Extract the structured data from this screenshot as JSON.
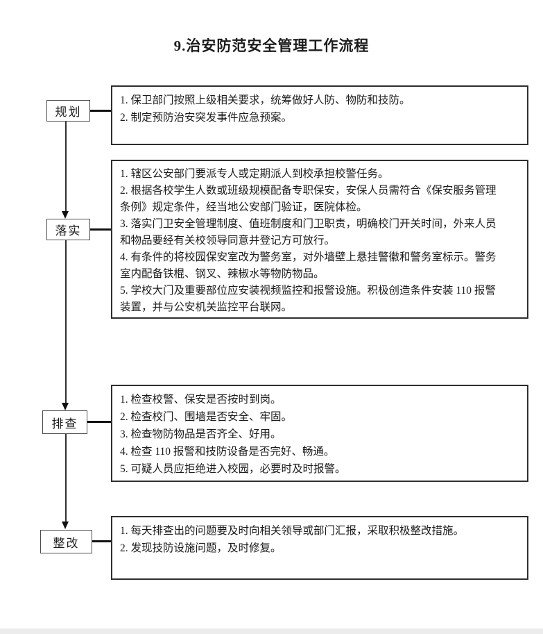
{
  "page": {
    "title": "9.治安防范安全管理工作流程"
  },
  "colors": {
    "ink": "#1c1c1c",
    "box_border": "#2e2e2e",
    "connector": "#111111",
    "background": "#ffffff"
  },
  "flow": {
    "stages": [
      {
        "label": "规划",
        "lines": [
          "1. 保卫部门按照上级相关要求，统筹做好人防、物防和技防。",
          "2. 制定预防治安突发事件应急预案。"
        ]
      },
      {
        "label": "落实",
        "lines": [
          "1. 辖区公安部门要派专人或定期派人到校承担校警任务。",
          "2. 根据各校学生人数或班级规模配备专职保安，安保人员需符合《保安服务管理",
          "条例》规定条件，经当地公安部门验证，医院体检。",
          "3. 落实门卫安全管理制度、值班制度和门卫职责，明确校门开关时间，外来人员",
          "和物品要经有关校领导同意并登记方可放行。",
          "4. 有条件的将校园保安室改为警务室，对外墙壁上悬挂警徽和警务室标示。警务",
          "室内配备铁棍、钢叉、辣椒水等物防物品。",
          "5. 学校大门及重要部位应安装视频监控和报警设施。积极创造条件安装 110 报警",
          "装置，并与公安机关监控平台联网。"
        ]
      },
      {
        "label": "排查",
        "lines": [
          "1. 检查校警、保安是否按时到岗。",
          "2. 检查校门、围墙是否安全、牢固。",
          "3. 检查物防物品是否齐全、好用。",
          "4. 检查 110 报警和技防设备是否完好、畅通。",
          "5. 可疑人员应拒绝进入校园，必要时及时报警。"
        ]
      },
      {
        "label": "整改",
        "lines": [
          "1. 每天排查出的问题要及时向相关领导或部门汇报，采取积极整改措施。",
          "2. 发现技防设施问题，及时修复。"
        ]
      }
    ]
  }
}
